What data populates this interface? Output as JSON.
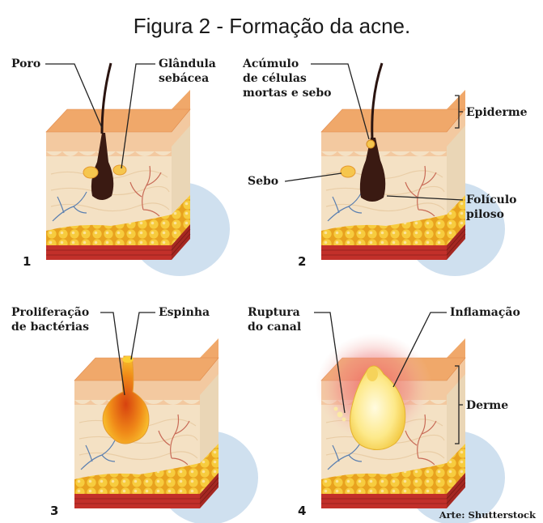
{
  "title": "Figura 2 - Formação da acne.",
  "panels": [
    {
      "number": "1",
      "labels": {
        "poro": "Poro",
        "glandula_1": "Glândula",
        "glandula_2": "sebácea"
      }
    },
    {
      "number": "2",
      "labels": {
        "acumulo_1": "Acúmulo",
        "acumulo_2": "de células",
        "acumulo_3": "mortas e sebo",
        "epiderme": "Epiderme",
        "sebo": "Sebo",
        "foliculo_1": "Folículo",
        "foliculo_2": "piloso"
      }
    },
    {
      "number": "3",
      "labels": {
        "proliferacao_1": "Proliferação",
        "proliferacao_2": "de bactérias",
        "espinha": "Espinha"
      }
    },
    {
      "number": "4",
      "labels": {
        "ruptura_1": "Ruptura",
        "ruptura_2": "do canal",
        "inflamacao": "Inflamação",
        "derme": "Derme"
      }
    }
  ],
  "credit": "Arte: Shutterstock",
  "colors": {
    "epidermis_top": "#f0a86a",
    "epidermis_side": "#f3c9a0",
    "dermis": "#f4e1c4",
    "fat": "#f5c332",
    "muscle": "#c2302a",
    "shadow": "#cfe0ef",
    "hair": "#2a1410",
    "sebum": "#f6c64e",
    "infection": "#e8661c",
    "inflammation": "#e86a6a"
  }
}
